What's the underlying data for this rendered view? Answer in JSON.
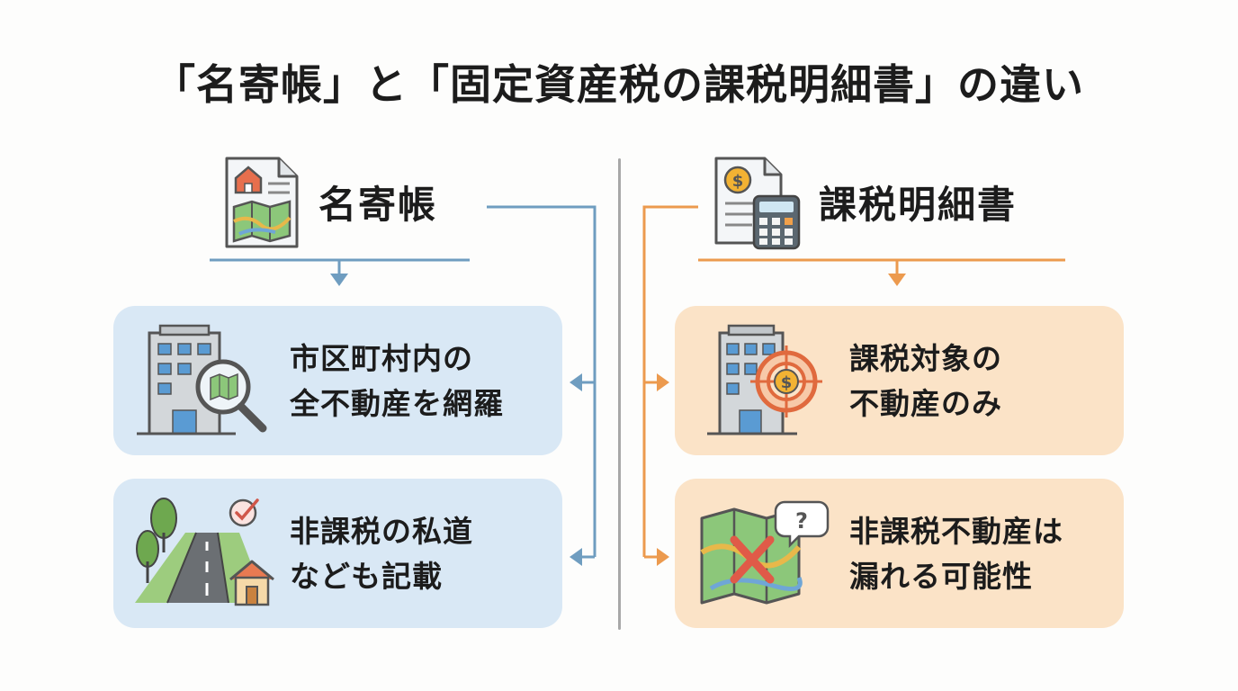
{
  "title": "「名寄帳」と「固定資産税の課税明細書」の違い",
  "colors": {
    "blue_accent": "#6f9dc0",
    "orange_accent": "#ec9a4e",
    "blue_card": "#d9e8f5",
    "orange_card": "#fbe3c7",
    "divider": "#9a9a9a"
  },
  "left": {
    "header_label": "名寄帳",
    "header_icon": "document-house-map-icon",
    "cards": [
      {
        "icon": "building-magnifier-map-icon",
        "line1": "市区町村内の",
        "line2": "全不動産を網羅"
      },
      {
        "icon": "road-house-check-icon",
        "line1": "非課税の私道",
        "line2": "なども記載"
      }
    ]
  },
  "right": {
    "header_label": "課税明細書",
    "header_icon": "document-dollar-calculator-icon",
    "cards": [
      {
        "icon": "building-target-dollar-icon",
        "line1": "課税対象の",
        "line2": "不動産のみ"
      },
      {
        "icon": "map-cross-question-icon",
        "line1": "非課税不動産は",
        "line2": "漏れる可能性"
      }
    ]
  }
}
